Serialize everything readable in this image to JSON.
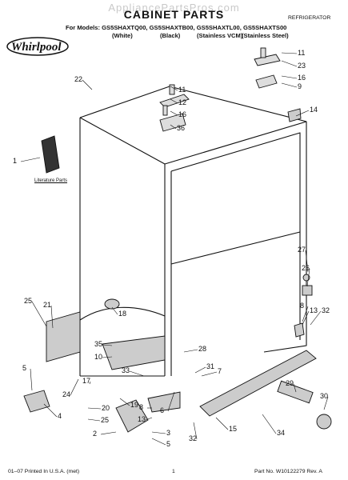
{
  "watermark": "AppliancePartsPros.com",
  "header": {
    "title": "CABINET PARTS",
    "category": "REFRIGERATOR",
    "models_label": "For Models: GS5SHAXTQ00, GS5SHAXTB00, GS5SHAXTL00, GS5SHAXTS00",
    "variants": [
      "(White)",
      "(Black)",
      "(Stainless VCM)",
      "(Stainless Steel)"
    ]
  },
  "brand": {
    "logo_text": "Whirlpool"
  },
  "diagram": {
    "literature_label": "Literature Parts",
    "callouts": [
      "22",
      "11",
      "12",
      "16",
      "36",
      "11",
      "23",
      "16",
      "9",
      "14",
      "1",
      "27",
      "26",
      "8",
      "13",
      "32",
      "25",
      "21",
      "18",
      "28",
      "35",
      "10",
      "33",
      "31",
      "7",
      "5",
      "24",
      "17",
      "19",
      "6",
      "29",
      "30",
      "20",
      "25",
      "4",
      "8",
      "13",
      "2",
      "3",
      "5",
      "32",
      "15",
      "34"
    ]
  },
  "footer": {
    "printed": "01–07 Printed In U.S.A. (met)",
    "page": "1",
    "part_no": "Part No. W10122279 Rev. A"
  }
}
